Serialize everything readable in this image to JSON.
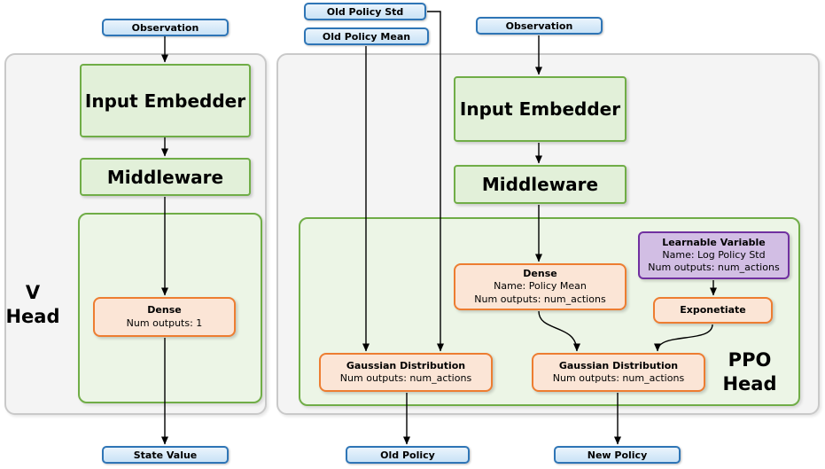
{
  "palette": {
    "blue_fill": "#C9E2F6",
    "blue_border": "#2E75B6",
    "green_fill": "#E2F0D9",
    "green_border": "#70AD47",
    "green_panel_fill": "#ECF5E6",
    "orange_fill": "#FBE5D6",
    "orange_border": "#ED7D31",
    "purple_fill": "#D2BEE4",
    "purple_border": "#7030A0",
    "gray_panel_fill": "#F4F4F4",
    "gray_panel_border": "#C9C9C9",
    "arrow_color": "#000000"
  },
  "top_inputs": {
    "observation_v": "Observation",
    "old_policy_std": "Old Policy Std",
    "old_policy_mean": "Old Policy Mean",
    "observation_ppo": "Observation"
  },
  "v_head": {
    "title": [
      "V",
      "Head"
    ],
    "input_embedder": "Input Embedder",
    "middleware": "Middleware",
    "dense": {
      "title": "Dense",
      "detail1": "Num outputs: 1"
    }
  },
  "ppo_head": {
    "title": [
      "PPO",
      "Head"
    ],
    "input_embedder": "Input Embedder",
    "middleware": "Middleware",
    "dense": {
      "title": "Dense",
      "detail1": "Name: Policy Mean",
      "detail2": "Num outputs: num_actions"
    },
    "learnable_variable": {
      "title": "Learnable Variable",
      "detail1": "Name: Log Policy Std",
      "detail2": "Num outputs: num_actions"
    },
    "exponetiate": "Exponetiate",
    "gaussian_old": {
      "title": "Gaussian Distribution",
      "detail1": "Num outputs: num_actions"
    },
    "gaussian_new": {
      "title": "Gaussian Distribution",
      "detail1": "Num outputs: num_actions"
    }
  },
  "outputs": {
    "state_value": "State Value",
    "old_policy": "Old Policy",
    "new_policy": "New Policy"
  }
}
